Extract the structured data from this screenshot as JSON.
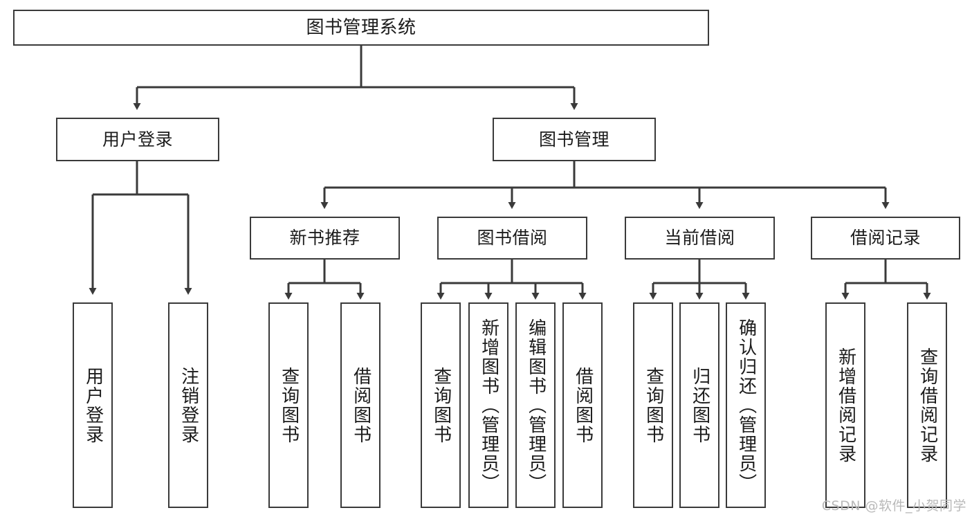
{
  "diagram": {
    "type": "tree",
    "title": "图书管理系统",
    "orientation": "top-down",
    "style": {
      "box_border_color": "#3a3a3a",
      "box_fill_color": "#ffffff",
      "connector_color": "#3a3a3a",
      "text_color": "#1b1b1b",
      "background": "#ffffff"
    },
    "levels": {
      "level0": [
        {
          "id": "root",
          "label": "图书管理系统"
        }
      ],
      "level1": [
        {
          "id": "user-login",
          "label": "用户登录",
          "parent": "root"
        },
        {
          "id": "book-manage",
          "label": "图书管理",
          "parent": "root"
        }
      ],
      "level2": [
        {
          "id": "new-book-rec",
          "label": "新书推荐",
          "parent": "book-manage"
        },
        {
          "id": "book-borrow",
          "label": "图书借阅",
          "parent": "book-manage"
        },
        {
          "id": "current-borrow",
          "label": "当前借阅",
          "parent": "book-manage"
        },
        {
          "id": "borrow-record",
          "label": "借阅记录",
          "parent": "book-manage"
        }
      ],
      "leaves": [
        {
          "id": "leaf-user-login",
          "label": "用户登录",
          "parent": "user-login"
        },
        {
          "id": "leaf-logout",
          "label": "注销登录",
          "parent": "user-login"
        },
        {
          "id": "leaf-query-book-1",
          "label": "查询图书",
          "parent": "new-book-rec"
        },
        {
          "id": "leaf-borrow-book-1",
          "label": "借阅图书",
          "parent": "new-book-rec"
        },
        {
          "id": "leaf-query-book-2",
          "label": "查询图书",
          "parent": "book-borrow"
        },
        {
          "id": "leaf-add-book",
          "label": "新增图书（管理员）",
          "parent": "book-borrow"
        },
        {
          "id": "leaf-edit-book",
          "label": "编辑图书（管理员）",
          "parent": "book-borrow"
        },
        {
          "id": "leaf-borrow-book-2",
          "label": "借阅图书",
          "parent": "book-borrow"
        },
        {
          "id": "leaf-query-book-3",
          "label": "查询图书",
          "parent": "current-borrow"
        },
        {
          "id": "leaf-return-book",
          "label": "归还图书",
          "parent": "current-borrow"
        },
        {
          "id": "leaf-confirm-return",
          "label": "确认归还（管理员）",
          "parent": "current-borrow"
        },
        {
          "id": "leaf-add-record",
          "label": "新增借阅记录",
          "parent": "borrow-record"
        },
        {
          "id": "leaf-query-record",
          "label": "查询借阅记录",
          "parent": "borrow-record"
        }
      ]
    }
  },
  "watermark": {
    "text": "CSDN @软件_小贺同学"
  }
}
